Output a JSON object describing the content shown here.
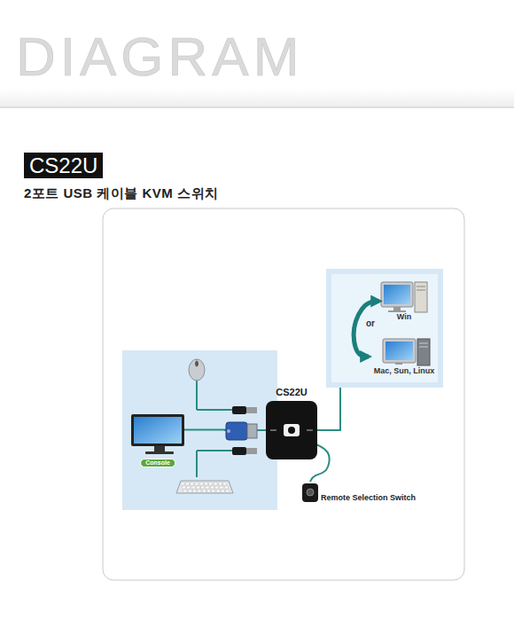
{
  "diagram": {
    "title": "DIAGRAM",
    "nodes": [
      {
        "text": [
          "or"
        ]
      },
      {
        "text": [
          "Win"
        ],
        "in": 0
      },
      {
        "text": [
          "Mac, Sun, Linux"
        ],
        "in": 0
      },
      {
        "text": [
          "CS22U"
        ]
      },
      {
        "text": [
          "Console"
        ]
      },
      {
        "text": [
          "Remote Selection Switch"
        ]
      }
    ],
    "edges": [
      {
        "from": 3,
        "to": 0,
        "arrow": "none"
      },
      {
        "from": 1,
        "to": 2,
        "arrow": "both"
      },
      {
        "from": 4,
        "to": 3,
        "arrow": "none"
      },
      {
        "from": 3,
        "to": 5,
        "arrow": "none"
      }
    ],
    "labels": [
      "CS22U",
      "2포트 USB 케이블 KVM 스위치"
    ]
  }
}
